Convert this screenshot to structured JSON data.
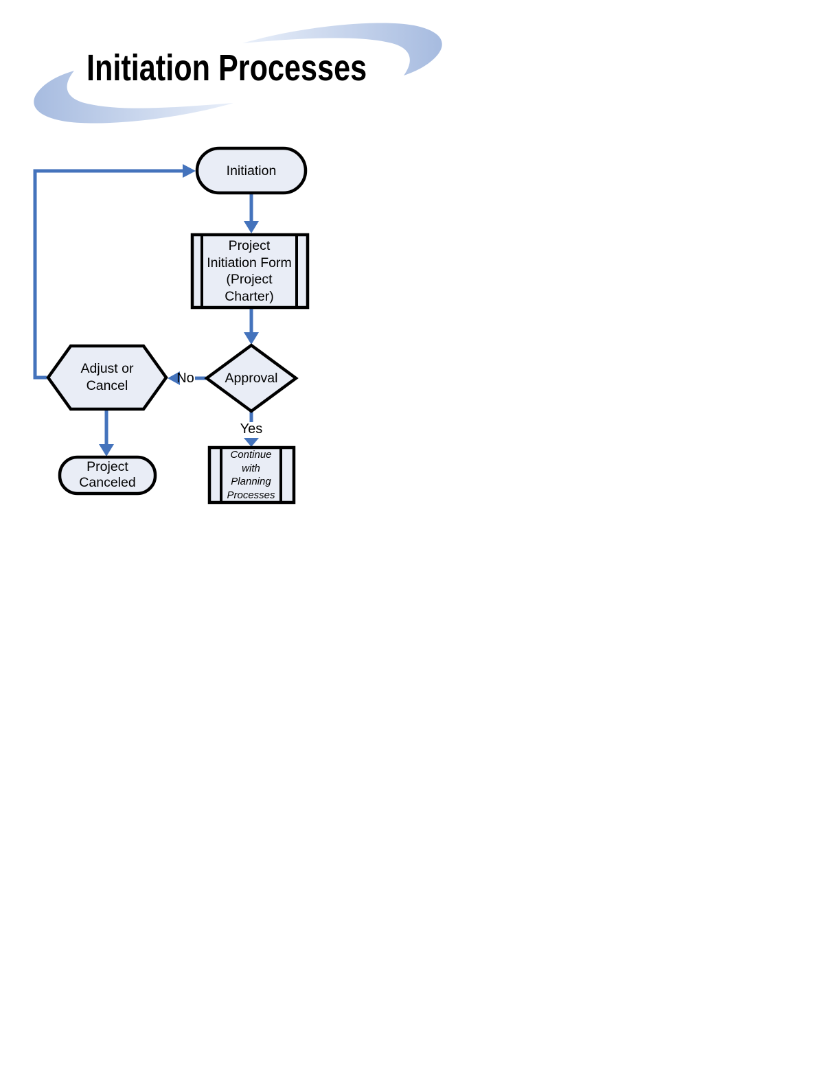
{
  "title": "Initiation Processes",
  "colors": {
    "connector": "#4473BC",
    "node-fill": "#E9EDF6",
    "node-border": "#000000",
    "swoosh-dark": "#A5BADF",
    "swoosh-light": "#EAF0FA",
    "text": "#000000"
  },
  "diagram": {
    "type": "flowchart",
    "nodes": {
      "initiation": {
        "label": "Initiation",
        "shape": "terminator"
      },
      "project_initiation_form": {
        "label": "Project\nInitiation Form\n(Project\nCharter)",
        "shape": "predefined-process"
      },
      "approval": {
        "label": "Approval",
        "shape": "decision"
      },
      "adjust_or_cancel": {
        "label": "Adjust or\nCancel",
        "shape": "preparation-hexagon"
      },
      "project_canceled": {
        "label": "Project\nCanceled",
        "shape": "terminator"
      },
      "continue_with_planning": {
        "label": "Continue\nwith\nPlanning\nProcesses",
        "shape": "predefined-process"
      }
    },
    "edges": [
      {
        "from": "initiation",
        "to": "project_initiation_form",
        "label": ""
      },
      {
        "from": "project_initiation_form",
        "to": "approval",
        "label": ""
      },
      {
        "from": "approval",
        "to": "adjust_or_cancel",
        "label": "No"
      },
      {
        "from": "approval",
        "to": "continue_with_planning",
        "label": "Yes"
      },
      {
        "from": "adjust_or_cancel",
        "to": "project_canceled",
        "label": ""
      },
      {
        "from": "adjust_or_cancel",
        "to": "initiation",
        "label": ""
      }
    ]
  }
}
